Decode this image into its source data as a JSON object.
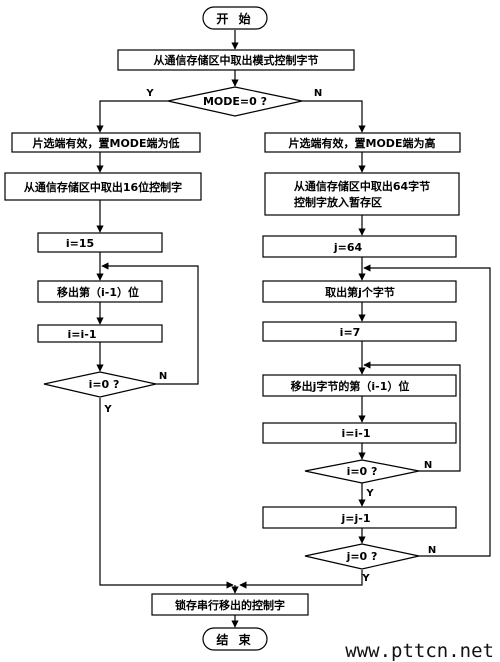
{
  "start": "开 始",
  "end": "结 束",
  "fetch_mode": "从通信存储区中取出模式控制字节",
  "mode_check": "MODE=0 ?",
  "left": {
    "cs_low": "片选端有效，置MODE端为低",
    "fetch16": "从通信存储区中取出16位控制字",
    "i_init": "i=15",
    "shift": "移出第（i-1）位",
    "dec": "i=i-1",
    "check": "i=0 ?"
  },
  "right": {
    "cs_high": "片选端有效，置MODE端为高",
    "fetch64_line1": "从通信存储区中取出64字节",
    "fetch64_line2": "控制字放入暂存区",
    "j_init": "j=64",
    "take_byte": "取出第j个字节",
    "i_init": "i=7",
    "shift": "移出j字节的第（i-1）位",
    "i_dec": "i=i-1",
    "i_check": "i=0 ?",
    "j_dec": "j=j-1",
    "j_check": "j=0 ?"
  },
  "latch": "锁存串行移出的控制字",
  "labels": {
    "yes": "Y",
    "no": "N"
  },
  "watermark": "www.pttcn.net"
}
